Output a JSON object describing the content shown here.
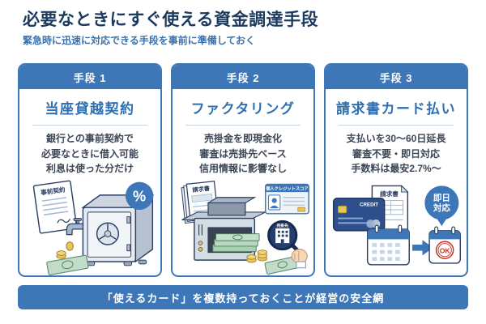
{
  "header": {
    "title": "必要なときにすぐ使える資金調達手段",
    "subtitle": "緊急時に迅速に対応できる手段を事前に準備しておく"
  },
  "cards": [
    {
      "badge": "手段 1",
      "title": "当座貸越契約",
      "lines": [
        "銀行との事前契約で",
        "必要なときに借入可能",
        "利息は使った分だけ"
      ],
      "illustration": {
        "name": "safe-with-faucet",
        "document_label": "事前契約",
        "percent_badge": "%"
      }
    },
    {
      "badge": "手段 2",
      "title": "ファクタリング",
      "lines": [
        "売掛金を即現金化",
        "審査は売掛先ベース",
        "信用情報に影響なし"
      ],
      "illustration": {
        "name": "invoice-to-cash-machine",
        "invoice_label": "請求書",
        "credit_score_label": "個人クレジットスコア",
        "building_label": "売掛先"
      }
    },
    {
      "badge": "手段 3",
      "title": "請求書カード払い",
      "lines": [
        "支払いを30〜60日延長",
        "審査不要・即日対応",
        "手数料は最安2.7%〜"
      ],
      "illustration": {
        "name": "card-and-calendar",
        "card_label": "CREDIT",
        "invoice_label": "請求書",
        "bubble_line1": "即日",
        "bubble_line2": "対応",
        "ok_label": "OK"
      }
    }
  ],
  "footer": {
    "banner": "「使えるカード」を複数持っておくことが経営の安全網"
  },
  "colors": {
    "accent_blue": "#3d77b8",
    "title_navy": "#1b3a5e",
    "subtitle_blue": "#3a72ae",
    "card_title_blue": "#2e6fb2",
    "body_text": "#3c4654",
    "line_navy": "#2b3f63",
    "ok_red": "#c0392b"
  }
}
